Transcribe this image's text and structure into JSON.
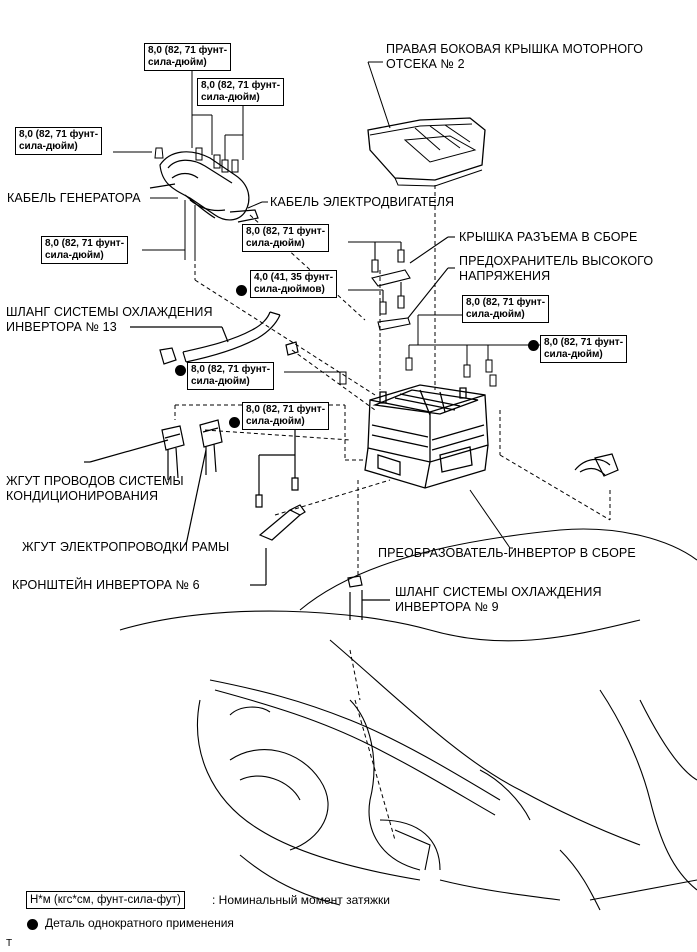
{
  "labels": {
    "cover_line1": "ПРАВАЯ БОКОВАЯ КРЫШКА МОТОРНОГО",
    "cover_line2": "ОТСЕКА № 2",
    "generator_cable": "КАБЕЛЬ ГЕНЕРАТОРА",
    "motor_cable": "КАБЕЛЬ ЭЛЕКТРОДВИГАТЕЛЯ",
    "connector_cover": "КРЫШКА РАЗЪЕМА В СБОРЕ",
    "fuse_line1": "ПРЕДОХРАНИТЕЛЬ ВЫСОКОГО",
    "fuse_line2": "НАПРЯЖЕНИЯ",
    "hose13_line1": "ШЛАНГ СИСТЕМЫ ОХЛАЖДЕНИЯ",
    "hose13_line2": "ИНВЕРТОРА № 13",
    "ac_harness_line1": "ЖГУТ ПРОВОДОВ СИСТЕМЫ",
    "ac_harness_line2": "КОНДИЦИОНИРОВАНИЯ",
    "frame_harness": "ЖГУТ ЭЛЕКТРОПРОВОДКИ РАМЫ",
    "bracket6": "КРОНШТЕЙН ИНВЕРТОРА № 6",
    "inverter_assy": "ПРЕОБРАЗОВАТЕЛЬ-ИНВЕРТОР В СБОРЕ",
    "hose9_line1": "ШЛАНГ СИСТЕМЫ ОХЛАЖДЕНИЯ",
    "hose9_line2": "ИНВЕРТОРА № 9"
  },
  "torques": {
    "t80_line1": "8,0 (82, 71 фунт-",
    "t80_line2": "сила-дюйм)",
    "t40_line1": "4,0 (41, 35 фунт-",
    "t40_line2": "сила-дюймов)"
  },
  "legend": {
    "box": "Н*м (кгс*см, фунт-сила-фут)",
    "torque_text": ": Номинальный момент затяжки",
    "dot_text": "Деталь однократного применения"
  },
  "corner_mark": "T"
}
